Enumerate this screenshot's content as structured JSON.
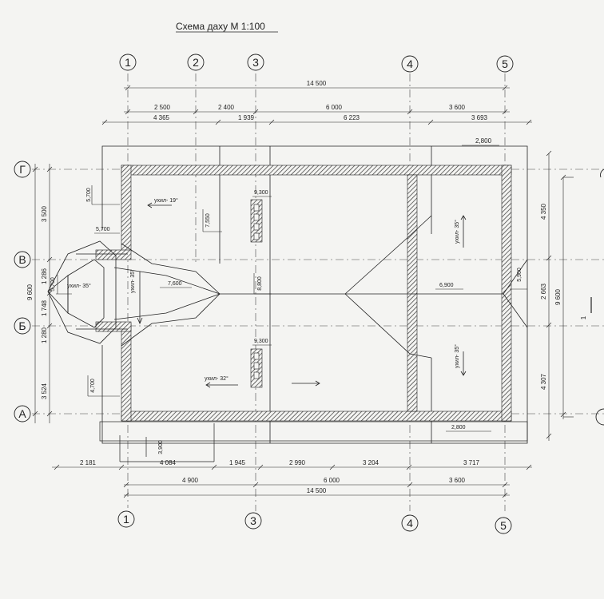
{
  "title": "Схема  даху М 1:100",
  "axes_x_top": [
    "1",
    "2",
    "3",
    "4",
    "5"
  ],
  "axes_x_bottom": [
    "1",
    "3",
    "4",
    "5"
  ],
  "axes_y": [
    "Г",
    "В",
    "Б",
    "А"
  ],
  "dims_top": {
    "overall": "14 500",
    "row1": [
      "2 500",
      "2 400",
      "6 000",
      "3 600"
    ],
    "row2": [
      "4 365",
      "1 939",
      "6 223",
      "3 693"
    ],
    "corner": "2,800"
  },
  "dims_bottom": {
    "row1": [
      "2 181",
      "4 084",
      "1 945",
      "2 990",
      "3 204",
      "3 717"
    ],
    "row2": [
      "4 900",
      "6 000",
      "3 600"
    ],
    "overall": "14 500",
    "stub": "3,900"
  },
  "dims_left": {
    "outer": "9 600",
    "segments": [
      "3 500",
      "1 286",
      "1 748",
      "1 280",
      "3 524"
    ]
  },
  "dims_right": {
    "outer": "9 600",
    "segments": [
      "4 350",
      "2 663",
      "4 307"
    ],
    "side_mark": "1"
  },
  "elevations": {
    "e5700a": "5,700",
    "e5700b": "5,700",
    "e5700c": "5,700",
    "e7550": "7,550",
    "e9300a": "9,300",
    "e9300b": "9,300",
    "e7600": "7,600",
    "e8800": "8,800",
    "e4700": "4,700",
    "e6900": "6,900",
    "e5900": "5,900",
    "e2800": "2,800"
  },
  "slopes": {
    "s19": "ухил- 19°",
    "s35a": "ухил- 35°",
    "s35b": "ухил- 35°",
    "s32": "ухил- 32°",
    "s35c": "ухил- 35°",
    "s35d": "ухил- 35°"
  }
}
